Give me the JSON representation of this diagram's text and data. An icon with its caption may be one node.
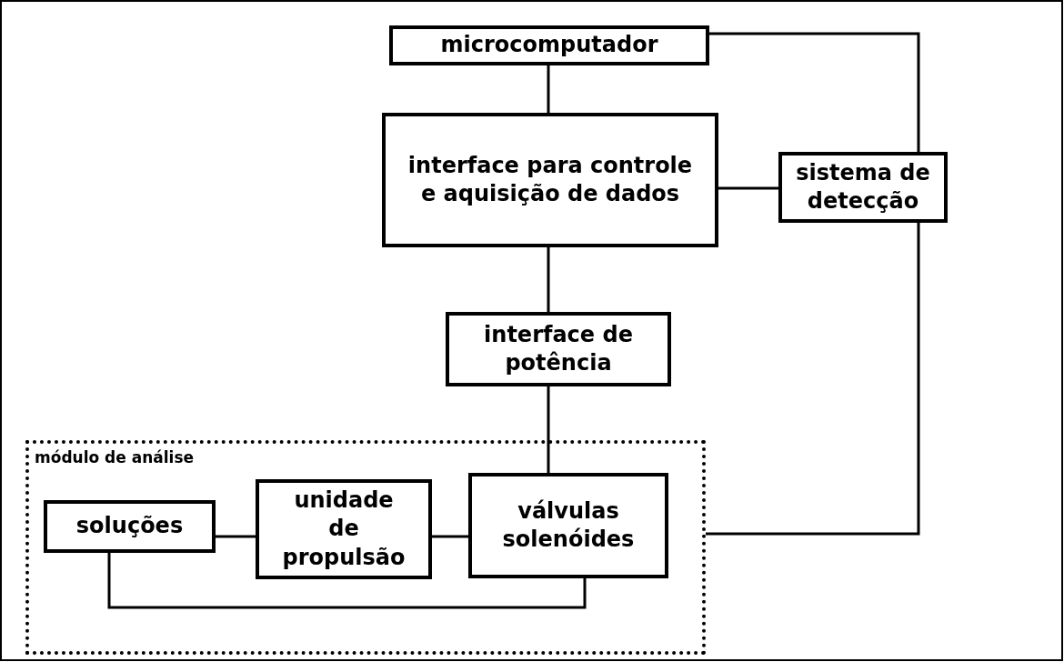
{
  "diagram": {
    "nodes": [
      {
        "text": [
          "microcomputador"
        ]
      },
      {
        "text": [
          "interface para controle e aquisição de dados"
        ]
      },
      {
        "text": [
          "sistema de detecção"
        ]
      },
      {
        "text": [
          "interface de potência"
        ]
      },
      {
        "text": [
          "módulo de análise"
        ]
      },
      {
        "text": [
          "soluções"
        ],
        "in": 4
      },
      {
        "text": [
          "unidade de propulsão"
        ],
        "in": 4
      },
      {
        "text": [
          "válvulas solenóides"
        ],
        "in": 4
      }
    ],
    "edges": [
      {
        "from": 0,
        "to": 1,
        "arrow": "none"
      },
      {
        "from": 0,
        "to": 2,
        "arrow": "none"
      },
      {
        "from": 1,
        "to": 2,
        "arrow": "none"
      },
      {
        "from": 1,
        "to": 3,
        "arrow": "none"
      },
      {
        "from": 2,
        "to": 4,
        "arrow": "none"
      },
      {
        "from": 3,
        "to": 7,
        "arrow": "none"
      },
      {
        "from": 5,
        "to": 6,
        "arrow": "none"
      },
      {
        "from": 6,
        "to": 7,
        "arrow": "none"
      },
      {
        "from": 5,
        "to": 7,
        "arrow": "none"
      }
    ]
  }
}
